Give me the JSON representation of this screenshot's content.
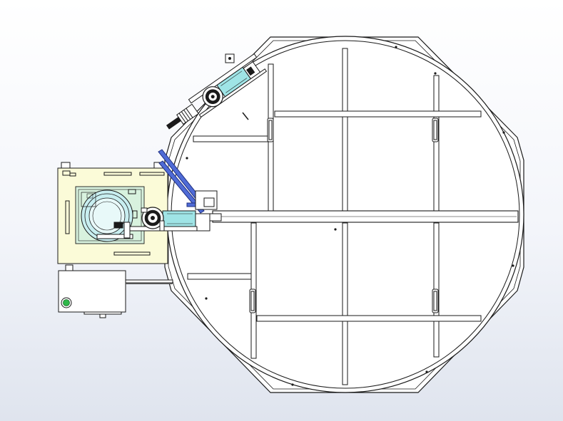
{
  "window": {
    "title": ""
  },
  "colors": {
    "background_top": "#ffffff",
    "background_bottom": "#dfe4ee",
    "line": "#1a1a1a",
    "plate_fill": "#ffffff",
    "control_panel_fill": "#fbfbd8",
    "panel_inner_fill": "#d8f2de",
    "cyan_part": "#9fe4e6",
    "blue_part": "#4f6bd6",
    "status_green": "#2fb84a"
  },
  "components": [
    {
      "id": "turntable",
      "icon": "octagon-frame-icon"
    },
    {
      "id": "control-panel",
      "icon": "panel-icon"
    },
    {
      "id": "electrical-box",
      "icon": "box-icon"
    },
    {
      "id": "upper-welding-torch",
      "icon": "torch-icon"
    },
    {
      "id": "center-welding-torch",
      "icon": "torch-icon"
    },
    {
      "id": "status-lamp",
      "icon": "lamp-icon"
    }
  ]
}
